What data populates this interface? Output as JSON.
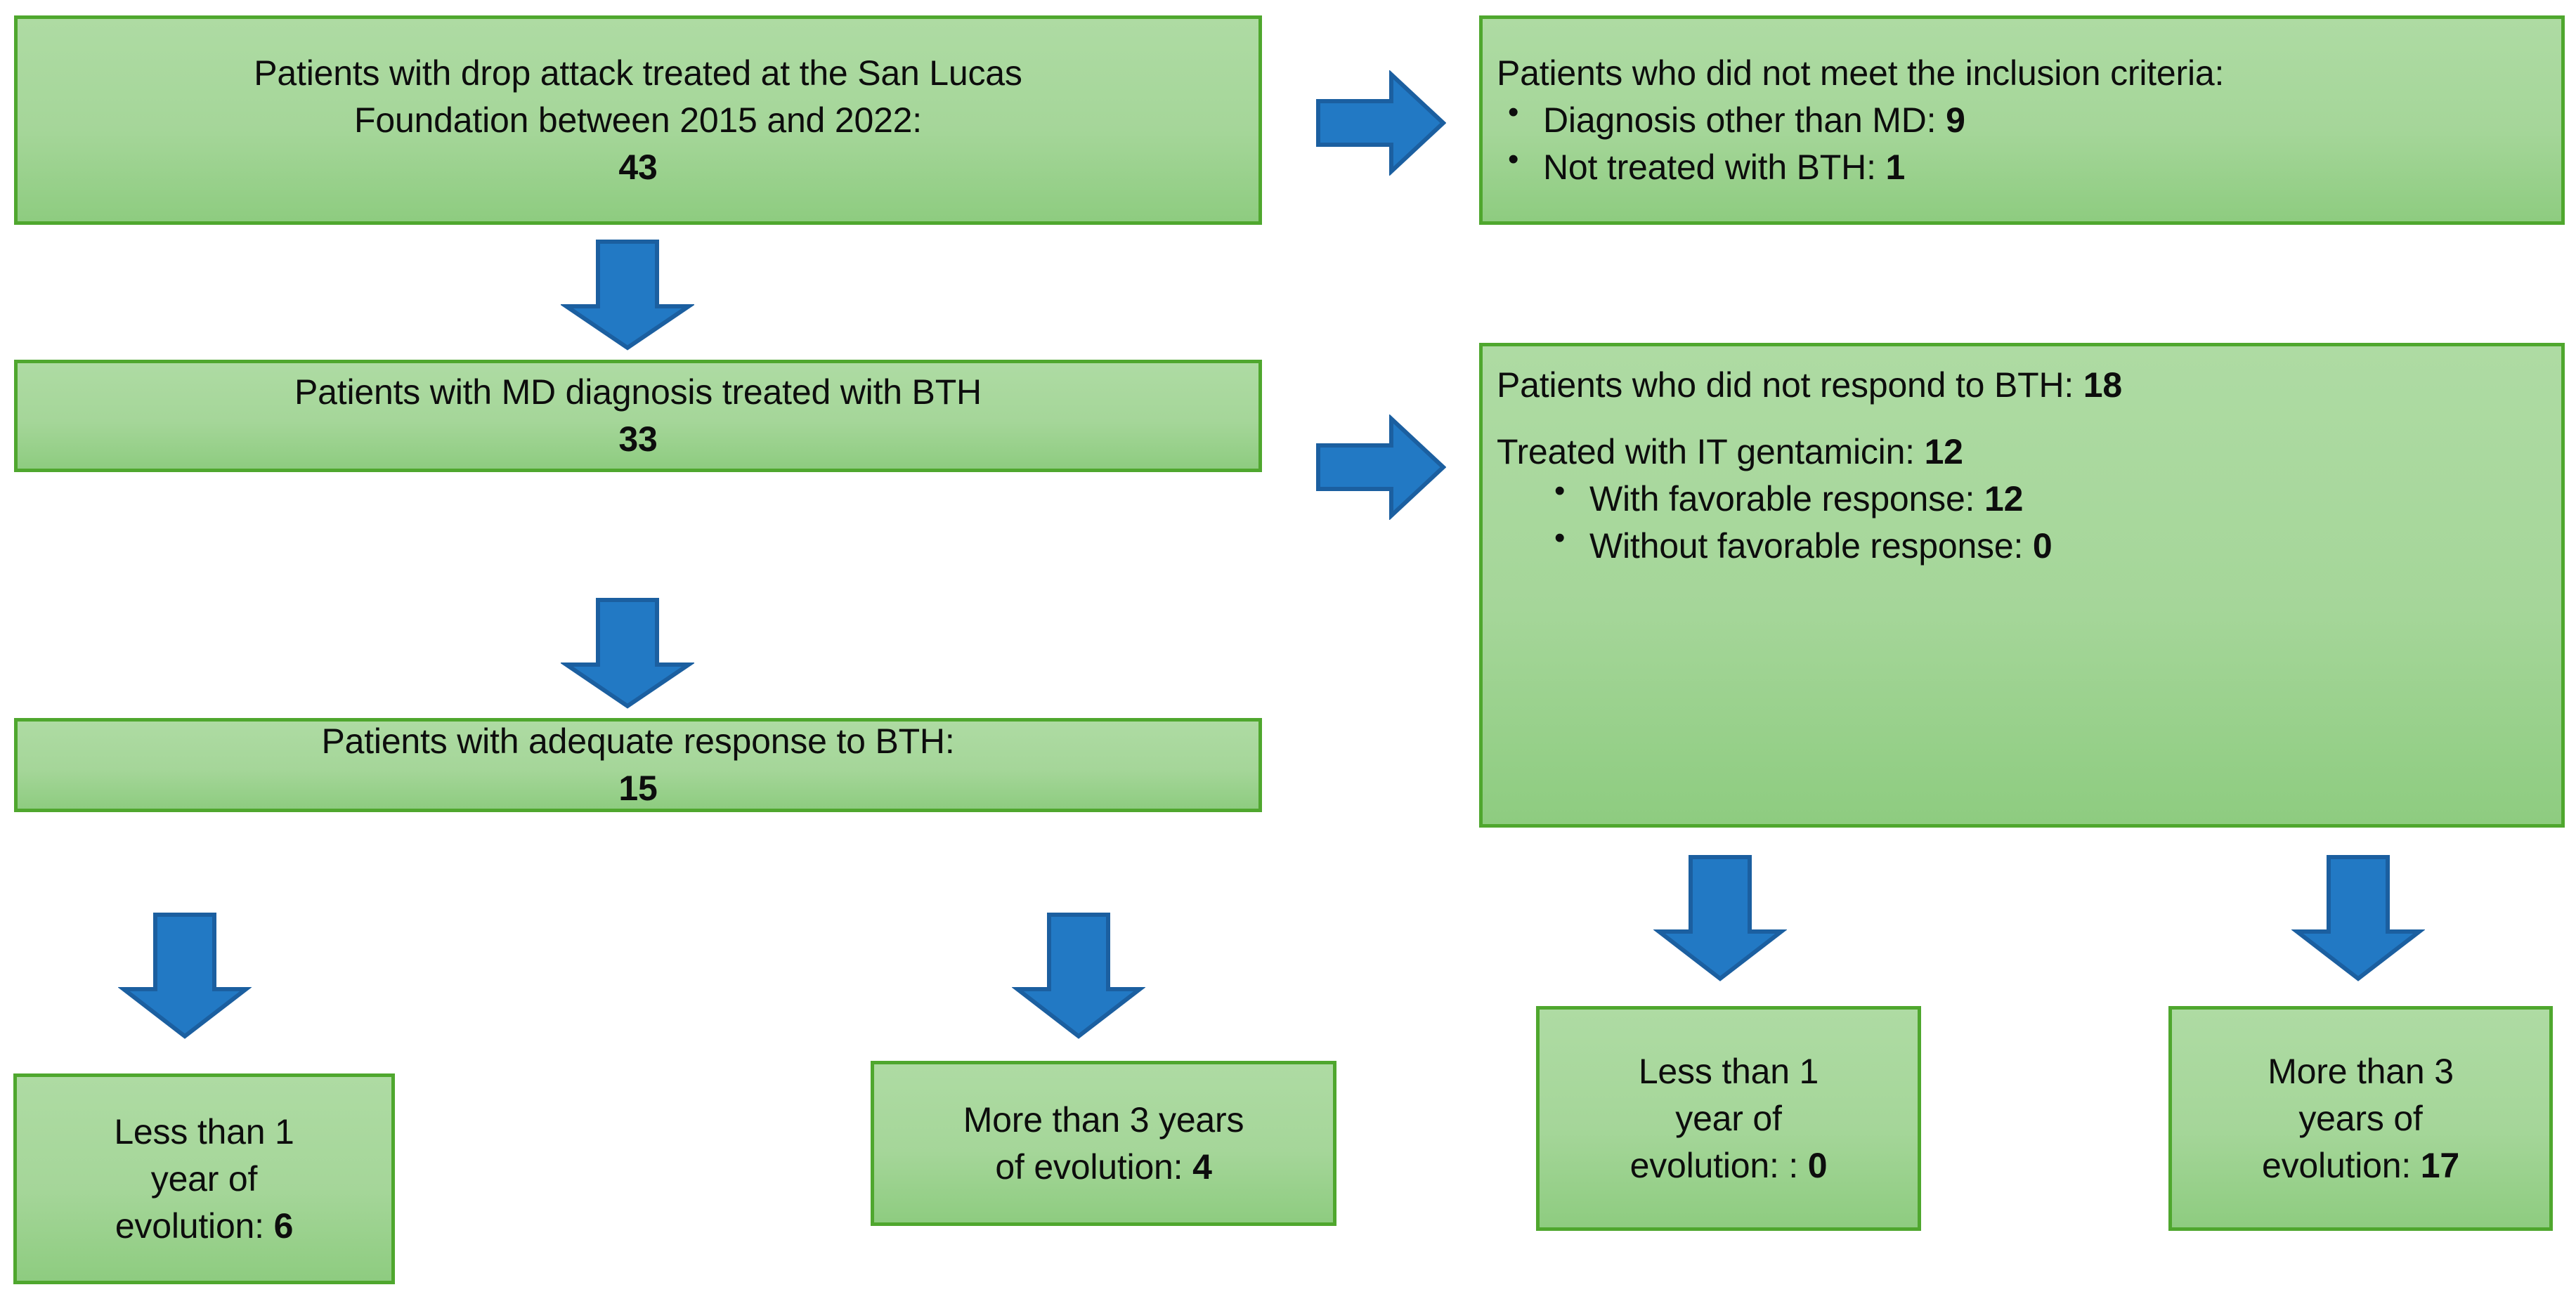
{
  "diagram": {
    "title": "Patient flow diagram: drop attack treated with BTH",
    "colors": {
      "box_border": "#4FA72E",
      "box_fill_top": "#AEDBA3",
      "box_fill_bottom": "#8ECC80",
      "arrow_fill": "#2279C4",
      "arrow_border": "#1B5FA0",
      "text": "#0D0D0D",
      "background": "#FFFFFF"
    },
    "boxes": {
      "cohort_total": {
        "line1": "Patients with drop attack treated at the San Lucas",
        "line2": "Foundation between 2015 and 2022:",
        "count": "43"
      },
      "excluded": {
        "heading": "Patients who did not meet the inclusion criteria:",
        "items": [
          {
            "label": "Diagnosis other than MD:",
            "count": "9"
          },
          {
            "label": "Not treated with BTH:",
            "count": "1"
          }
        ]
      },
      "md_treated": {
        "line1": "Patients with MD diagnosis treated with BTH",
        "count": "33"
      },
      "non_responders": {
        "line1_label": "Patients who did not respond to BTH:",
        "line1_count": "18",
        "line2_label": "Treated with IT gentamicin:",
        "line2_count": "12",
        "items": [
          {
            "label": "With favorable response:",
            "count": "12"
          },
          {
            "label": "Without favorable response:",
            "count": "0"
          }
        ]
      },
      "adequate_response": {
        "line1": "Patients with adequate response to BTH:",
        "count": "15"
      },
      "bth_less_than_1_year": {
        "line1": "Less than 1",
        "line2": "year of",
        "line3_label": "evolution:",
        "line3_count": "6"
      },
      "bth_more_than_3_years": {
        "line1": "More than 3 years",
        "line2_label": "of evolution:",
        "line2_count": "4"
      },
      "gent_less_than_1_year": {
        "line1": "Less than 1",
        "line2": "year of",
        "line3_label": "evolution: :",
        "line3_count": "0"
      },
      "gent_more_than_3_years": {
        "line1": "More than 3",
        "line2": "years of",
        "line3_label": "evolution:",
        "line3_count": "17"
      }
    },
    "arrows": [
      {
        "name": "cohort-to-excluded",
        "direction": "right"
      },
      {
        "name": "cohort-to-md-treated",
        "direction": "down"
      },
      {
        "name": "md-treated-to-non-responders",
        "direction": "right"
      },
      {
        "name": "md-treated-to-adequate-response",
        "direction": "down"
      },
      {
        "name": "adequate-to-less-than-1-year",
        "direction": "down"
      },
      {
        "name": "adequate-to-more-than-3-years",
        "direction": "down"
      },
      {
        "name": "gentamicin-to-less-than-1-year",
        "direction": "down"
      },
      {
        "name": "gentamicin-to-more-than-3-years",
        "direction": "down"
      }
    ]
  }
}
